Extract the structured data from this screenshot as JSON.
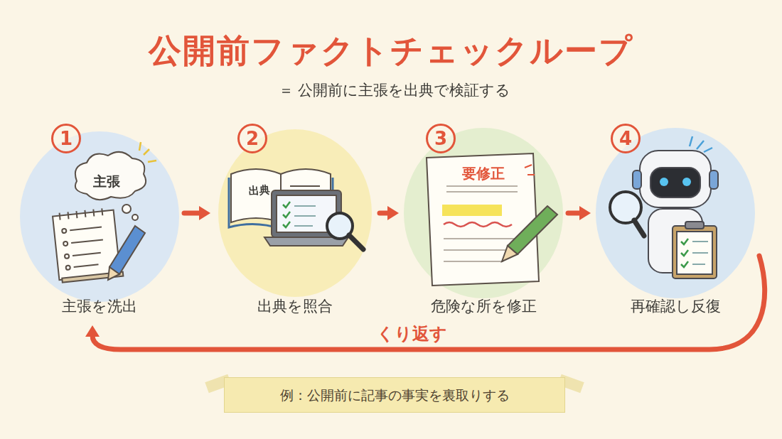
{
  "diagram": {
    "title": "公開前ファクトチェックループ",
    "nodes": [
      {
        "text": [
          "1",
          "主張を洗出"
        ]
      },
      {
        "text": [
          "2",
          "出典を照合"
        ]
      },
      {
        "text": [
          "3",
          "危険な所を修正"
        ]
      },
      {
        "text": [
          "4",
          "再確認し反復"
        ]
      },
      {
        "text": [
          "例：公開前に記事の事実を裏取りする"
        ]
      }
    ],
    "edges": [
      {
        "from": 0,
        "to": 1,
        "arrow": "to"
      },
      {
        "from": 1,
        "to": 2,
        "arrow": "to"
      },
      {
        "from": 2,
        "to": 3,
        "arrow": "to"
      },
      {
        "from": 3,
        "to": 0,
        "label": "くり返す",
        "arrow": "to"
      }
    ],
    "labels": [
      "＝ 公開前に主張を出典で検証する",
      "主張",
      "出典",
      "要修正"
    ]
  }
}
